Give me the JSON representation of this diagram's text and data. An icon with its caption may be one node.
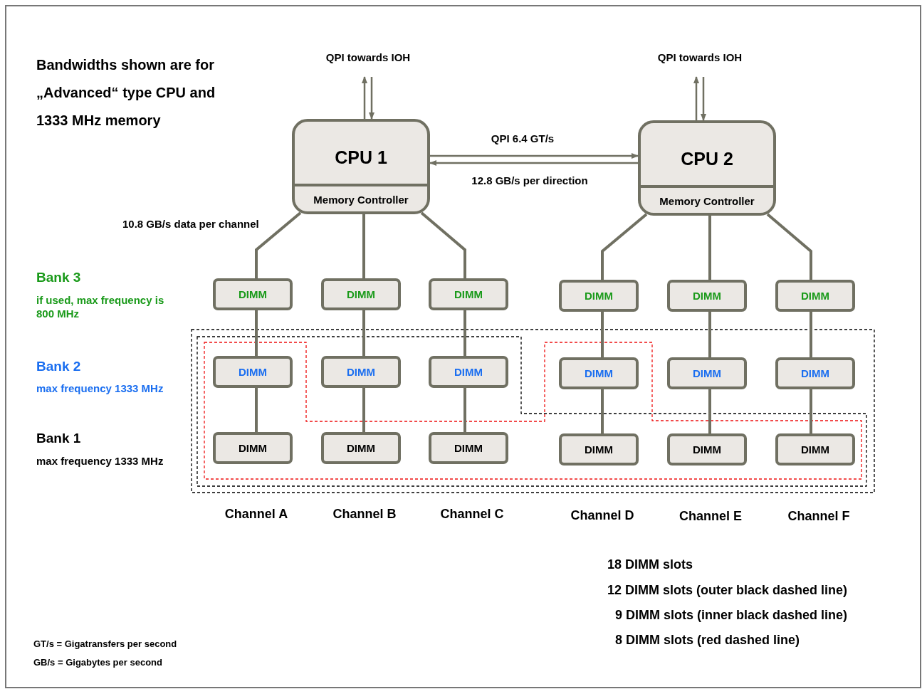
{
  "diagram": {
    "nodes": [
      {
        "text": [
          "CPU 1",
          "Memory Controller"
        ]
      },
      {
        "text": [
          "CPU 2",
          "Memory Controller"
        ]
      },
      {
        "text": [
          "QPI towards IOH"
        ]
      },
      {
        "text": [
          "QPI towards IOH"
        ]
      },
      {
        "text": [
          "DIMM"
        ]
      },
      {
        "text": [
          "DIMM"
        ]
      },
      {
        "text": [
          "DIMM"
        ]
      },
      {
        "text": [
          "DIMM"
        ]
      },
      {
        "text": [
          "DIMM"
        ]
      },
      {
        "text": [
          "DIMM"
        ]
      },
      {
        "text": [
          "DIMM"
        ]
      },
      {
        "text": [
          "DIMM"
        ]
      },
      {
        "text": [
          "DIMM"
        ]
      },
      {
        "text": [
          "DIMM"
        ]
      },
      {
        "text": [
          "DIMM"
        ]
      },
      {
        "text": [
          "DIMM"
        ]
      },
      {
        "text": [
          "DIMM"
        ]
      },
      {
        "text": [
          "DIMM"
        ]
      },
      {
        "text": [
          "DIMM"
        ]
      },
      {
        "text": [
          "DIMM"
        ]
      },
      {
        "text": [
          "DIMM"
        ]
      },
      {
        "text": [
          "DIMM"
        ]
      }
    ],
    "edges": [
      {
        "from": 0,
        "to": 2,
        "arrow": "to"
      },
      {
        "from": 2,
        "to": 0,
        "arrow": "to"
      },
      {
        "from": 1,
        "to": 3,
        "arrow": "to"
      },
      {
        "from": 3,
        "to": 1,
        "arrow": "to"
      },
      {
        "from": 0,
        "to": 1,
        "arrow": "to",
        "label": "QPI 6.4 GT/s"
      },
      {
        "from": 1,
        "to": 0,
        "arrow": "to",
        "label": "12.8 GB/s per direction"
      },
      {
        "from": 0,
        "to": 4,
        "arrow": "none"
      },
      {
        "from": 0,
        "to": 5,
        "arrow": "none"
      },
      {
        "from": 0,
        "to": 6,
        "arrow": "none"
      },
      {
        "from": 1,
        "to": 7,
        "arrow": "none"
      },
      {
        "from": 1,
        "to": 8,
        "arrow": "none"
      },
      {
        "from": 1,
        "to": 9,
        "arrow": "none"
      },
      {
        "from": 4,
        "to": 10,
        "arrow": "none"
      },
      {
        "from": 5,
        "to": 11,
        "arrow": "none"
      },
      {
        "from": 6,
        "to": 12,
        "arrow": "none"
      },
      {
        "from": 7,
        "to": 13,
        "arrow": "none"
      },
      {
        "from": 8,
        "to": 14,
        "arrow": "none"
      },
      {
        "from": 9,
        "to": 15,
        "arrow": "none"
      },
      {
        "from": 10,
        "to": 16,
        "arrow": "none"
      },
      {
        "from": 11,
        "to": 17,
        "arrow": "none"
      },
      {
        "from": 12,
        "to": 18,
        "arrow": "none"
      },
      {
        "from": 13,
        "to": 19,
        "arrow": "none"
      },
      {
        "from": 14,
        "to": 20,
        "arrow": "none"
      },
      {
        "from": 15,
        "to": 21,
        "arrow": "none"
      }
    ],
    "labels": [
      "Bandwidths shown are for „Advanced“ type CPU and 1333 MHz memory",
      "10.8 GB/s data per channel",
      "Bank 3",
      "if used, max frequency is 800 MHz",
      "Bank 2",
      "max frequency 1333 MHz",
      "Bank 1",
      "max frequency 1333 MHz",
      "Channel A",
      "Channel B",
      "Channel C",
      "Channel D",
      "Channel E",
      "Channel F",
      "18 DIMM slots",
      "12 DIMM slots (outer black dashed line)",
      "9 DIMM slots (inner black dashed line)",
      "GT/s = Gigatransfers per second",
      "8 DIMM slots (red dashed line)",
      "GB/s = Gigabytes per second"
    ]
  }
}
